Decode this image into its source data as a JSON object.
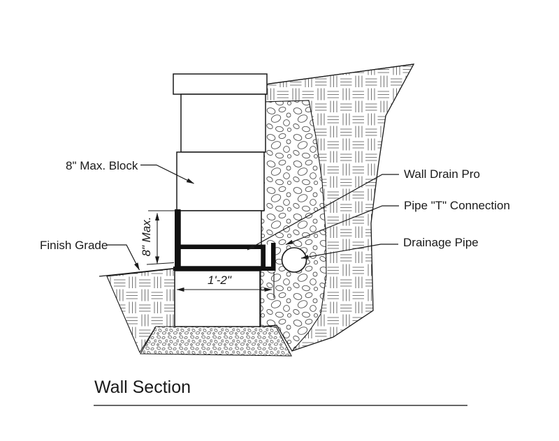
{
  "diagram": {
    "title": "Wall Section",
    "labels": {
      "block": "8\" Max. Block",
      "finish_grade": "Finish Grade",
      "wall_drain_pro": "Wall Drain Pro",
      "pipe_t_connection": "Pipe \"T\" Connection",
      "drainage_pipe": "Drainage Pipe"
    },
    "dimensions": {
      "wall_height": "8\" Max.",
      "drain_width": "1'-2\""
    },
    "colors": {
      "line": "#1a1a1a",
      "hatch": "#4f4f4f",
      "background": "#ffffff"
    }
  }
}
